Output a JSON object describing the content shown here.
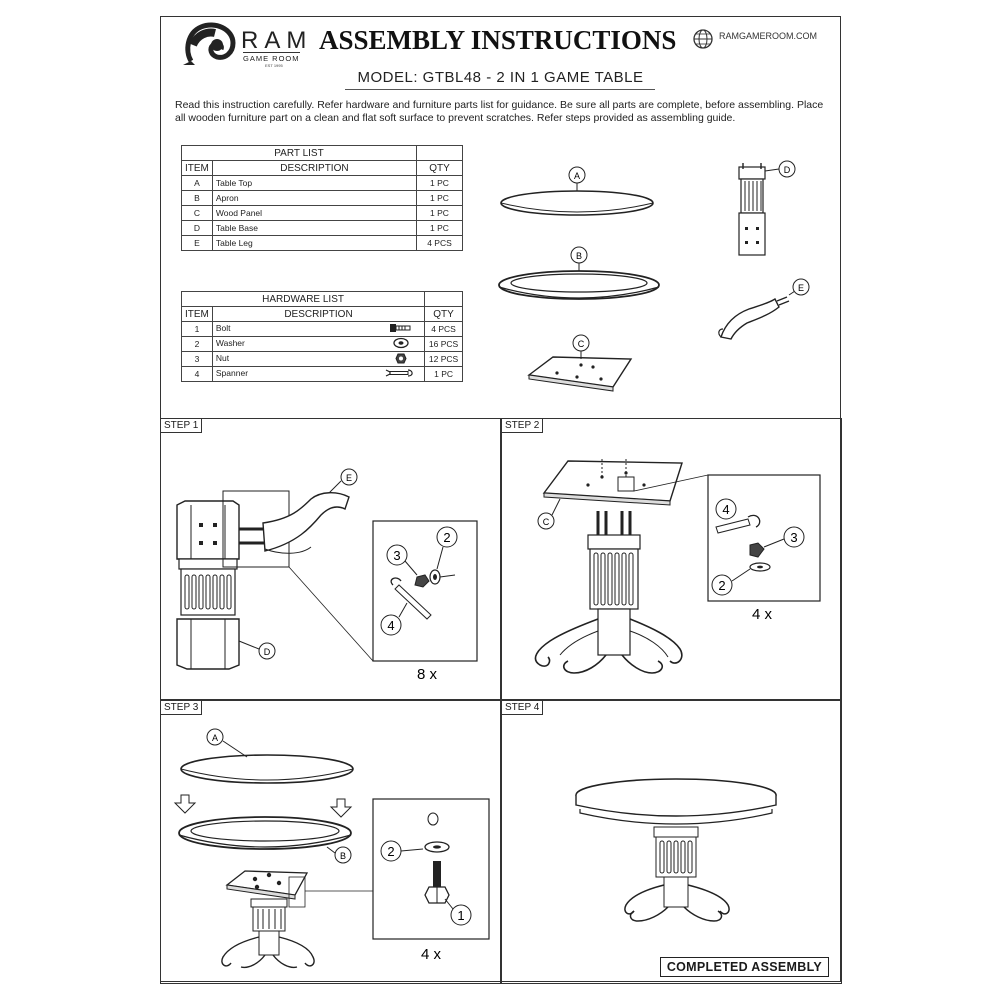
{
  "brand": {
    "name": "RAM",
    "sub": "GAME ROOM",
    "est": "EST 1995"
  },
  "header": {
    "title": "ASSEMBLY INSTRUCTIONS",
    "website": "RAMGAMEROOM.COM"
  },
  "model": "MODEL:  GTBL48 - 2 IN 1 GAME TABLE",
  "intro": "Read this instruction carefully. Refer hardware and furniture parts list for guidance. Be sure all parts are complete, before assembling. Place all wooden furniture part on a clean and flat soft surface to prevent scratches. Refer steps provided as assembling guide.",
  "part_list": {
    "title": "PART LIST",
    "headers": [
      "ITEM",
      "DESCRIPTION",
      "QTY"
    ],
    "rows": [
      {
        "item": "A",
        "desc": "Table Top",
        "qty": "1 PC"
      },
      {
        "item": "B",
        "desc": "Apron",
        "qty": "1 PC"
      },
      {
        "item": "C",
        "desc": "Wood Panel",
        "qty": "1 PC"
      },
      {
        "item": "D",
        "desc": "Table Base",
        "qty": "1 PC"
      },
      {
        "item": "E",
        "desc": "Table Leg",
        "qty": "4 PCS"
      }
    ]
  },
  "hardware_list": {
    "title": "HARDWARE LIST",
    "headers": [
      "ITEM",
      "DESCRIPTION",
      "QTY"
    ],
    "rows": [
      {
        "item": "1",
        "desc": "Bolt",
        "qty": "4 PCS",
        "icon": "bolt-icon"
      },
      {
        "item": "2",
        "desc": "Washer",
        "qty": "16 PCS",
        "icon": "washer-icon"
      },
      {
        "item": "3",
        "desc": "Nut",
        "qty": "12 PCS",
        "icon": "nut-icon"
      },
      {
        "item": "4",
        "desc": "Spanner",
        "qty": "1 PC",
        "icon": "spanner-icon"
      }
    ]
  },
  "part_labels": {
    "a": "A",
    "b": "B",
    "c": "C",
    "d": "D",
    "e": "E"
  },
  "steps": {
    "step1": {
      "label": "STEP 1",
      "multiplier": "8 x",
      "callouts": [
        "E",
        "D",
        "3",
        "2",
        "4"
      ]
    },
    "step2": {
      "label": "STEP 2",
      "multiplier": "4 x",
      "callouts": [
        "C",
        "4",
        "3",
        "2"
      ]
    },
    "step3": {
      "label": "STEP 3",
      "multiplier": "4 x",
      "callouts": [
        "A",
        "B",
        "2",
        "1"
      ]
    },
    "step4": {
      "label": "STEP 4",
      "caption": "COMPLETED ASSEMBLY"
    }
  }
}
